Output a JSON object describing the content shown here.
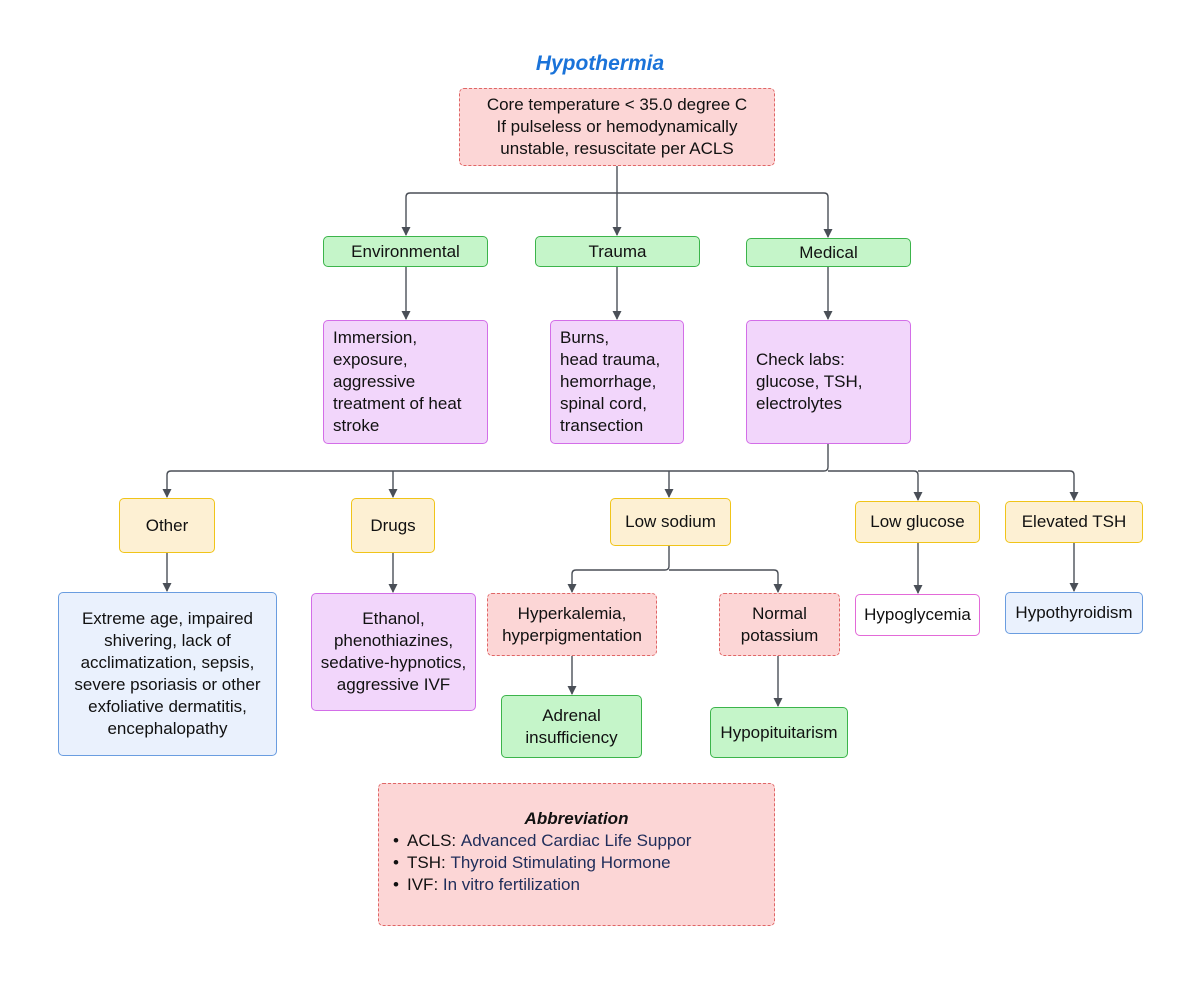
{
  "title": "Hypothermia",
  "nodes": {
    "root": "Core temperature < 35.0 degree C\nIf pulseless or hemodynamically\nunstable, resuscitate per ACLS",
    "environmental": "Environmental",
    "trauma": "Trauma",
    "medical": "Medical",
    "env_detail": "Immersion,\nexposure,\naggressive\ntreatment of heat\nstroke",
    "trauma_detail": "Burns,\nhead trauma,\nhemorrhage,\nspinal cord,\ntransection",
    "medical_detail": "Check labs:\nglucose, TSH,\nelectrolytes",
    "other": "Other",
    "drugs": "Drugs",
    "low_sodium": "Low sodium",
    "low_glucose": "Low glucose",
    "elevated_tsh": "Elevated TSH",
    "other_detail": "Extreme age, impaired\nshivering, lack of\nacclimatization, sepsis,\nsevere psoriasis or other\nexfoliative dermatitis,\nencephalopathy",
    "drugs_detail": "Ethanol,\nphenothiazines,\nsedative-hypnotics,\naggressive IVF",
    "hyperkalemia": "Hyperkalemia,\nhyperpigmentation",
    "normal_potassium": "Normal\npotassium",
    "hypoglycemia": "Hypoglycemia",
    "hypothyroidism": "Hypothyroidism",
    "adrenal": "Adrenal\ninsufficiency",
    "hypopituitarism": "Hypopituitarism"
  },
  "abbreviation": {
    "title": "Abbreviation",
    "items": [
      {
        "term": "ACLS:",
        "definition": "Advanced Cardiac Life Suppor"
      },
      {
        "term": "TSH:",
        "definition": "Thyroid Stimulating Hormone"
      },
      {
        "term": "IVF:",
        "definition": "In vitro fertilization"
      }
    ]
  }
}
